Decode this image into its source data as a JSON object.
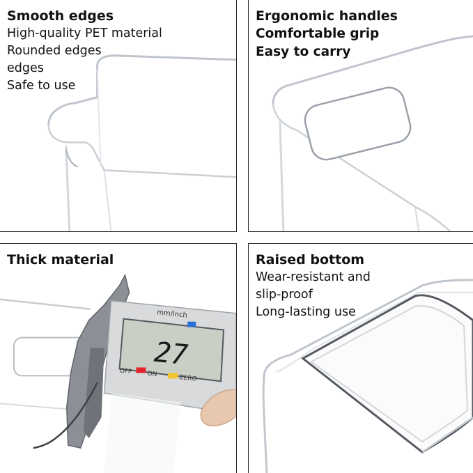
{
  "panels": [
    {
      "title": "Smooth edges",
      "lines": [
        "High-quality PET material",
        "Rounded edges",
        "edges",
        "Safe to use"
      ]
    },
    {
      "title": "Ergonomic handles",
      "lines": [
        "Comfortable grip",
        "Easy to carry"
      ]
    },
    {
      "title": "Thick material",
      "lines": [],
      "caliper": {
        "unit_label": "mm/inch",
        "reading": "27",
        "off_label": "OFF",
        "on_label": "ON",
        "zero_label": "ZERO"
      }
    },
    {
      "title": "Raised bottom",
      "lines": [
        "Wear-resistant and",
        "slip-proof",
        "Long-lasting use"
      ]
    }
  ],
  "colors": {
    "divider": "#2a2a2a",
    "text": "#111111",
    "lcd": "#c9cfc4",
    "caliper_body": "#d9dadc",
    "button_red": "#e2262c",
    "button_yellow": "#f2c62c",
    "button_blue": "#2a6fd6"
  }
}
